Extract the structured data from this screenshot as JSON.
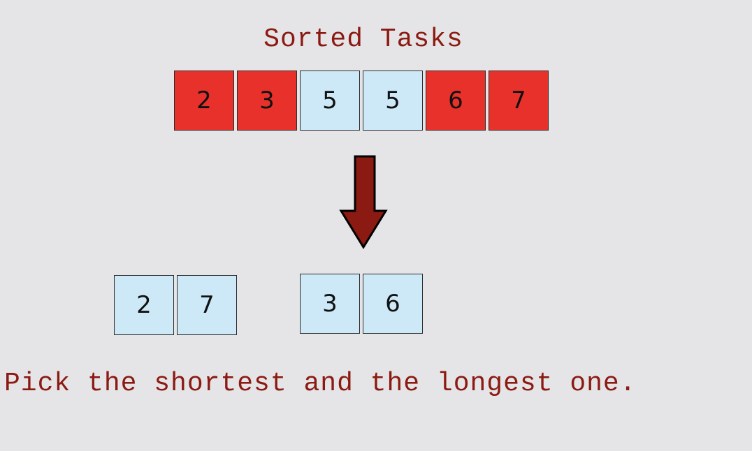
{
  "title": "Sorted Tasks",
  "sorted_tasks": [
    {
      "value": "2",
      "color": "#e8312a"
    },
    {
      "value": "3",
      "color": "#e8312a"
    },
    {
      "value": "5",
      "color": "#cde9f7"
    },
    {
      "value": "5",
      "color": "#cde9f7"
    },
    {
      "value": "6",
      "color": "#e8312a"
    },
    {
      "value": "7",
      "color": "#e8312a"
    }
  ],
  "pairs": [
    [
      "2",
      "7"
    ],
    [
      "3",
      "6"
    ]
  ],
  "caption": "Pick the shortest and the longest one.",
  "colors": {
    "text_accent": "#8b1a12",
    "arrow_fill": "#8b1a12",
    "box_red": "#e8312a",
    "box_blue": "#cde9f7",
    "background": "#e5e4e6"
  },
  "icons": {
    "arrow": "down-arrow-icon"
  }
}
